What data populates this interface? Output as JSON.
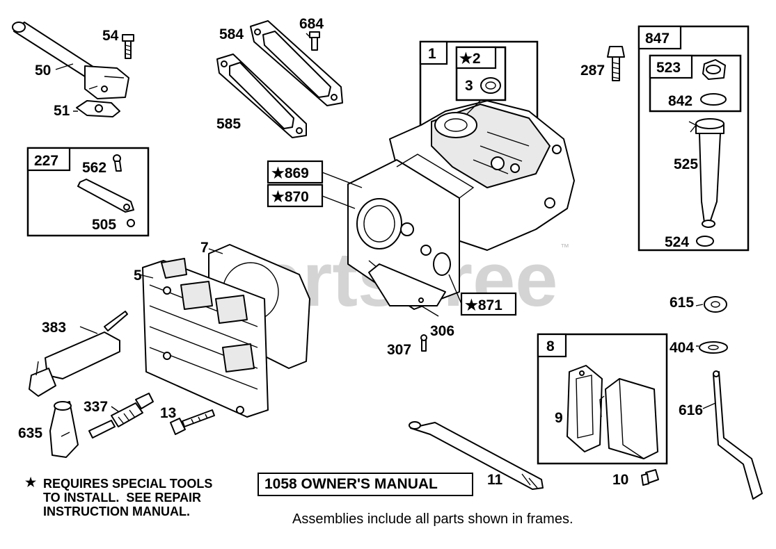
{
  "watermark": "PartsTree",
  "trademark": "™",
  "notes": {
    "special_tools_star": "★",
    "special_tools": "REQUIRES SPECIAL TOOLS\nTO INSTALL.  SEE REPAIR\nINSTRUCTION MANUAL.",
    "owners_manual": "1058 OWNER'S MANUAL",
    "assemblies": "Assemblies include all parts shown in frames."
  },
  "frames": {
    "1": "1",
    "2": "★2",
    "227": "227",
    "847": "847",
    "523": "523",
    "8": "8"
  },
  "tags": {
    "869": "★869",
    "870": "★870",
    "871": "★871"
  },
  "labels": {
    "50": "50",
    "54": "54",
    "51": "51",
    "584": "584",
    "684": "684",
    "585": "585",
    "3": "3",
    "287": "287",
    "842": "842",
    "525": "525",
    "524": "524",
    "562": "562",
    "505": "505",
    "7": "7",
    "5": "5",
    "383": "383",
    "337": "337",
    "13": "13",
    "635": "635",
    "306": "306",
    "307": "307",
    "615": "615",
    "404": "404",
    "616": "616",
    "9": "9",
    "10": "10",
    "11": "11"
  }
}
